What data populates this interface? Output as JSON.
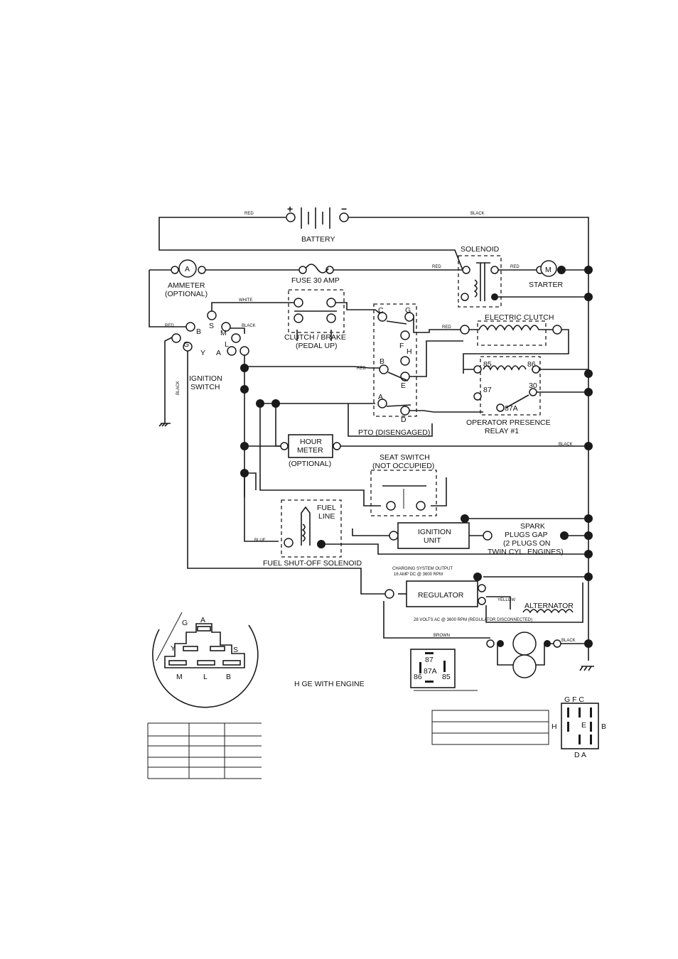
{
  "battery": {
    "label": "BATTERY",
    "plus": "+",
    "minus": "−"
  },
  "wires": {
    "red": "RED",
    "black": "BLACK",
    "white": "WHITE",
    "blue": "BLUE",
    "yellow": "YELLOW",
    "brown": "BROWN"
  },
  "solenoid": {
    "label": "SOLENOID"
  },
  "starter": {
    "label": "STARTER",
    "symbol": "M"
  },
  "ammeter": {
    "line1": "AMMETER",
    "line2": "(OPTIONAL)",
    "symbol": "A"
  },
  "fuse": {
    "label": "FUSE 30 AMP"
  },
  "clutch_brake": {
    "line1": "CLUTCH / BRAKE",
    "line2": "(PEDAL UP)"
  },
  "electric_clutch": {
    "label": "ELECTRIC CLUTCH"
  },
  "ignition_switch": {
    "line1": "IGNITION",
    "line2": "SWITCH",
    "terminals": [
      "B",
      "S",
      "M",
      "G",
      "L",
      "Y",
      "A"
    ]
  },
  "pto": {
    "label": "PTO (DISENGAGED)",
    "terminals": [
      "C",
      "G",
      "F",
      "H",
      "B",
      "E",
      "A",
      "D"
    ]
  },
  "relay": {
    "line1": "OPERATOR PRESENCE",
    "line2": "RELAY #1",
    "terminals": [
      "85",
      "86",
      "87",
      "30",
      "87A"
    ]
  },
  "hour_meter": {
    "line1": "HOUR",
    "line2": "METER",
    "note": "(OPTIONAL)"
  },
  "seat_switch": {
    "line1": "SEAT SWITCH",
    "line2": "(NOT OCCUPIED)"
  },
  "fuel_solenoid": {
    "label": "FUEL SHUT-OFF SOLENOID",
    "line1": "FUEL",
    "line2": "LINE"
  },
  "ignition_unit": {
    "line1": "IGNITION",
    "line2": "UNIT"
  },
  "spark": {
    "line1": "SPARK",
    "line2": "PLUGS GAP",
    "line3": "(2 PLUGS ON",
    "line4": "TWIN CYL. ENGINES)"
  },
  "charging": {
    "line1": "CHARGING SYSTEM OUTPUT",
    "line2": "16 AMP DC @ 3600 RPM"
  },
  "regulator": {
    "label": "REGULATOR"
  },
  "alternator": {
    "label": "ALTERNATOR",
    "note": "28 VOLTS AC @ 3600 RPM (REGULATOR DISCONNECTED)"
  },
  "key_switch_detail": {
    "letters": [
      "G",
      "A",
      "Y",
      "S",
      "M",
      "L",
      "B"
    ]
  },
  "relay_detail": {
    "labels": [
      "87",
      "87A",
      "86",
      "85"
    ]
  },
  "pto_detail": {
    "top": "G F C",
    "mid_left": "H",
    "center": "E",
    "mid_right": "B",
    "bottom": "D A"
  },
  "caption": "H      GE WITH ENGINE"
}
